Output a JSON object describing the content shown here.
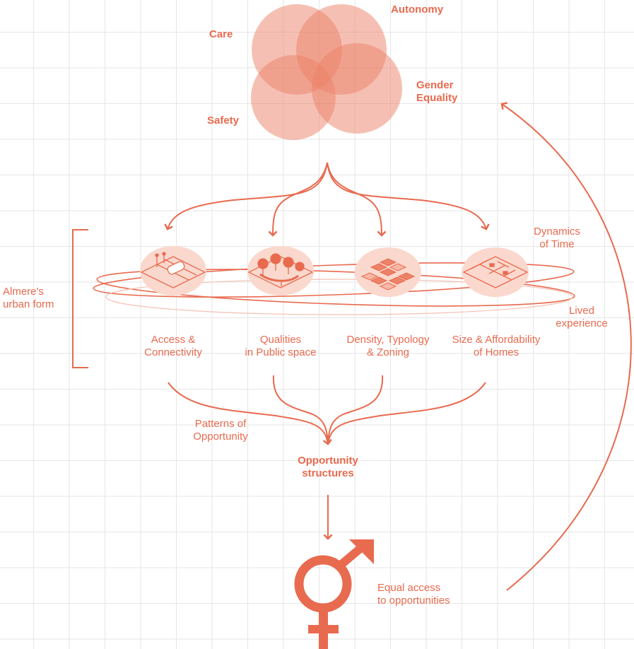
{
  "values": {
    "care": "Care",
    "autonomy": "Autonomy",
    "gender_equality": "Gender\nEquality",
    "safety": "Safety"
  },
  "urban_form": {
    "title": "Almere's\nurban form",
    "dynamics": "Dynamics\nof Time",
    "lived": "Lived\nexperience",
    "themes": [
      {
        "label": "Access &\nConnectivity",
        "icon": "car-street-icon"
      },
      {
        "label": "Qualities\nin Public space",
        "icon": "trees-park-icon"
      },
      {
        "label": "Density, Typology\n& Zoning",
        "icon": "blocks-zoning-icon"
      },
      {
        "label": "Size & Affordability\nof Homes",
        "icon": "floorplan-icon"
      }
    ]
  },
  "patterns": "Patterns of\nOpportunity",
  "structures": "Opportunity\nstructures",
  "equal_access": "Equal access\nto opportunities",
  "colors": {
    "accent": "#e86a4f",
    "circle_fill": "#f2a28e",
    "icon_disc": "#fbd8cd",
    "grid": "#e6e6e6"
  }
}
